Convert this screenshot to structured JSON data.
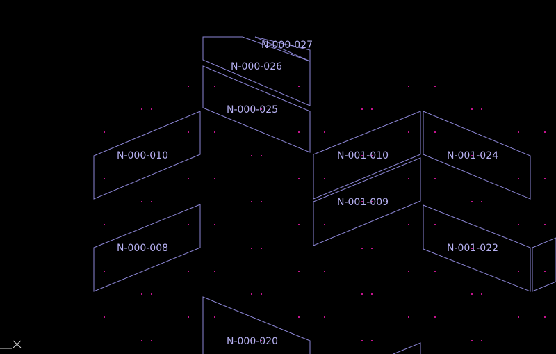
{
  "viewport": {
    "background_color": "#000000",
    "outline_color": "#8c86d6",
    "label_color": "#b6b1f2",
    "grid_dot_color": "#c4148e",
    "ucs_color": "#d8d8d8",
    "ucs_icon": "x-cross-icon"
  },
  "panels": [
    {
      "id": "n-000-027",
      "label": "N-000-027"
    },
    {
      "id": "n-000-026",
      "label": "N-000-026"
    },
    {
      "id": "n-000-025",
      "label": "N-000-025"
    },
    {
      "id": "n-000-010",
      "label": "N-000-010"
    },
    {
      "id": "n-001-010",
      "label": "N-001-010"
    },
    {
      "id": "n-001-024",
      "label": "N-001-024"
    },
    {
      "id": "n-001-009",
      "label": "N-001-009"
    },
    {
      "id": "n-000-008",
      "label": "N-000-008"
    },
    {
      "id": "n-001-022",
      "label": "N-001-022"
    },
    {
      "id": "n-000-020",
      "label": "N-000-020"
    }
  ]
}
